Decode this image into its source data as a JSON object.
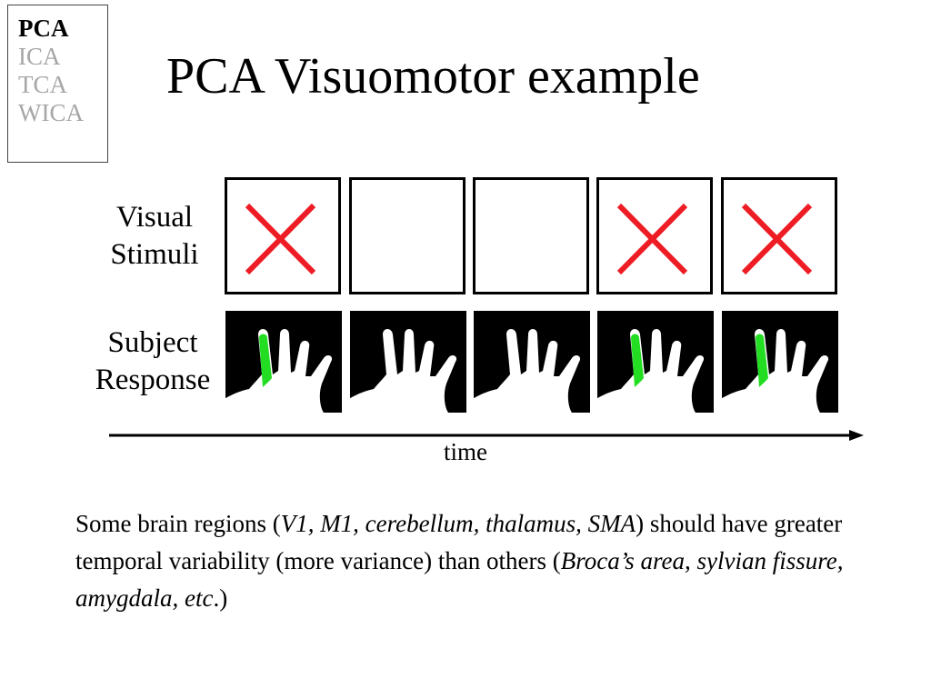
{
  "nav": {
    "items": [
      {
        "label": "PCA",
        "active": true
      },
      {
        "label": "ICA",
        "active": false
      },
      {
        "label": "TCA",
        "active": false
      },
      {
        "label": "WICA",
        "active": false
      }
    ]
  },
  "title": "PCA Visuomotor example",
  "rows": {
    "stimuli_label_line1": "Visual",
    "stimuli_label_line2": "Stimuli",
    "response_label_line1": "Subject",
    "response_label_line2": "Response"
  },
  "frames": [
    {
      "stimulus": "red-x",
      "finger_highlight": true
    },
    {
      "stimulus": "blank",
      "finger_highlight": false
    },
    {
      "stimulus": "blank",
      "finger_highlight": false
    },
    {
      "stimulus": "red-x",
      "finger_highlight": true
    },
    {
      "stimulus": "red-x",
      "finger_highlight": true
    }
  ],
  "time_label": "time",
  "body": {
    "p1": "Some brain regions (",
    "i1": "V1, M1, cerebellum, thalamus, SMA",
    "p2": ") should have greater temporal variability (more variance) than others (",
    "i2": "Broca’s area, sylvian fissure, amygdala, etc",
    "p3": ".)"
  },
  "colors": {
    "x_mark": "#ee1c24",
    "finger_highlight": "#22dd22",
    "hand": "#ffffff",
    "response_bg": "#000000",
    "nav_inactive": "#a6a6a6"
  },
  "icons": {
    "stimulus_mark": "x-mark-icon",
    "response_image": "hand-icon"
  }
}
